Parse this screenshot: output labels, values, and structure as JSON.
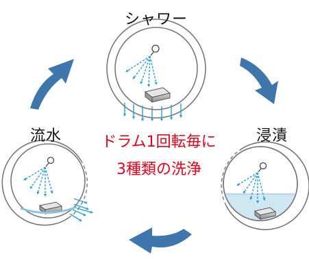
{
  "labels": {
    "shower": "シャワー",
    "soak": "浸漬",
    "flowing": "流水"
  },
  "center": {
    "line1": "ドラム1回転毎に",
    "line2": "3種類の洗浄"
  },
  "colors": {
    "accent_text": "#e8001a",
    "cycle_arrow": "#3f77ad",
    "spray": "#2a9fd6",
    "drum_outline": "#6a6a6a",
    "water": "#bfe0ee"
  }
}
